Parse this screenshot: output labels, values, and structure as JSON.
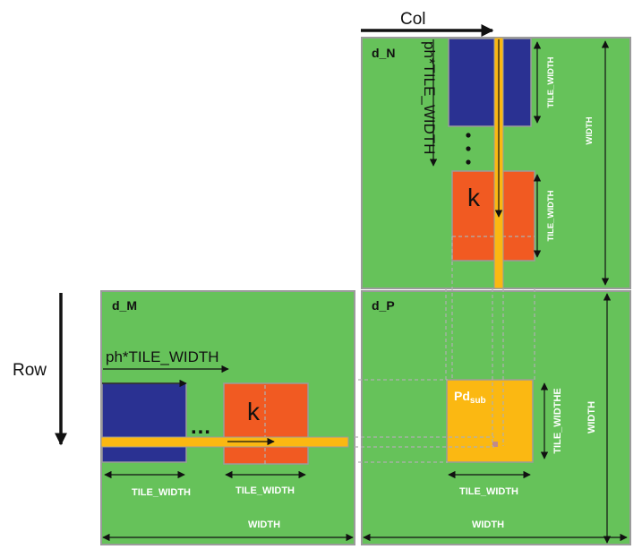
{
  "labels": {
    "col": "Col",
    "row": "Row",
    "d_n": "d_N",
    "d_m": "d_M",
    "d_p": "d_P",
    "n_offset": "ph*TILE_WIDTH",
    "m_offset": "ph*TILE_WIDTH",
    "n_tile_top": "TILE_WIDTH",
    "n_tile_bottom": "TILE_WIDTH",
    "n_width": "WIDTH",
    "m_tile_left": "TILE_WIDTH",
    "m_tile_right": "TILE_WIDTH",
    "m_width": "WIDTH",
    "p_tile_bottom": "TILE_WIDTH",
    "p_tile_right": "TILE_WIDTHE",
    "p_width_bottom": "WIDTH",
    "p_width_right": "WIDTH",
    "k_n": "k",
    "k_m": "k",
    "dots": "…",
    "pdsub_main": "Pd",
    "pdsub_sub": "sub"
  },
  "colors": {
    "matrix_green": "#66c25a",
    "matrix_border": "#9b9b9b",
    "tile_blue": "#2a3192",
    "tile_orange": "#f15a22",
    "highlight_yellow": "#fbb812",
    "arrow": "#111111"
  }
}
